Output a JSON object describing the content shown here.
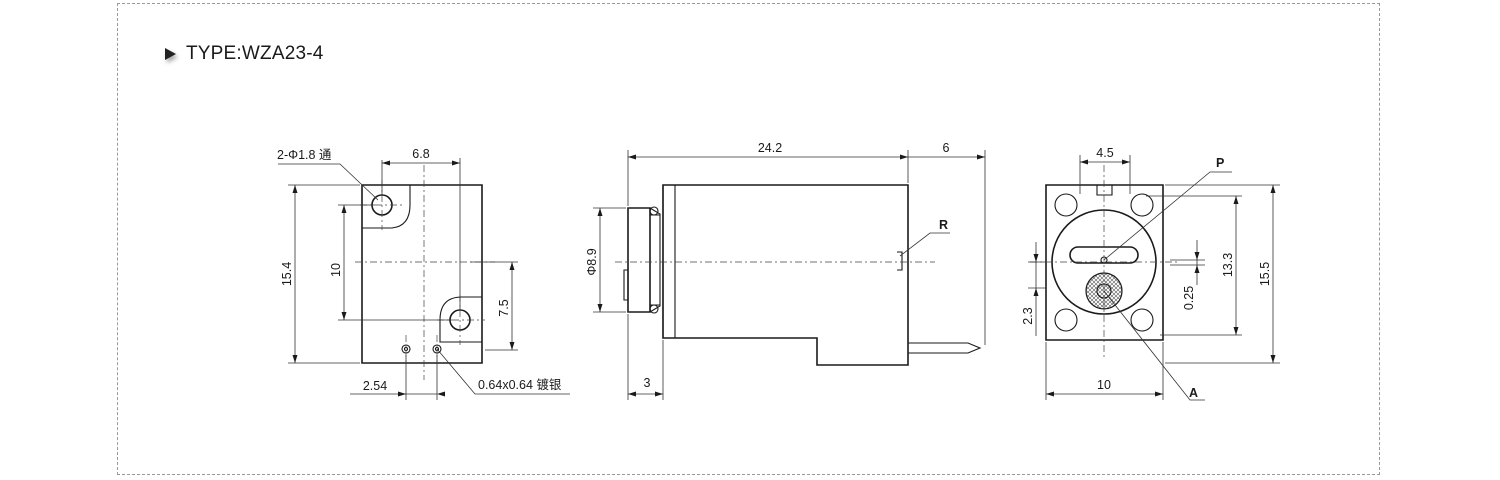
{
  "header": {
    "type_label": "TYPE:WZA23-4"
  },
  "front_view": {
    "hole_note": "2-Φ1.8 通",
    "width_top": "6.8",
    "height_total": "15.4",
    "hole_spacing": "10",
    "hole_offset": "7.5",
    "pin_pitch": "2.54",
    "pin_note": "0.64x0.64 镀银"
  },
  "side_view": {
    "length": "24.2",
    "shaft_length": "6",
    "diameter": "Φ8.9",
    "flange": "3",
    "label_r": "R"
  },
  "end_view": {
    "width_top": "4.5",
    "label_p": "P",
    "height_inner": "13.3",
    "height_total": "15.5",
    "offset": "0.25",
    "hole_offset": "2.3",
    "width": "10",
    "label_a": "A"
  }
}
